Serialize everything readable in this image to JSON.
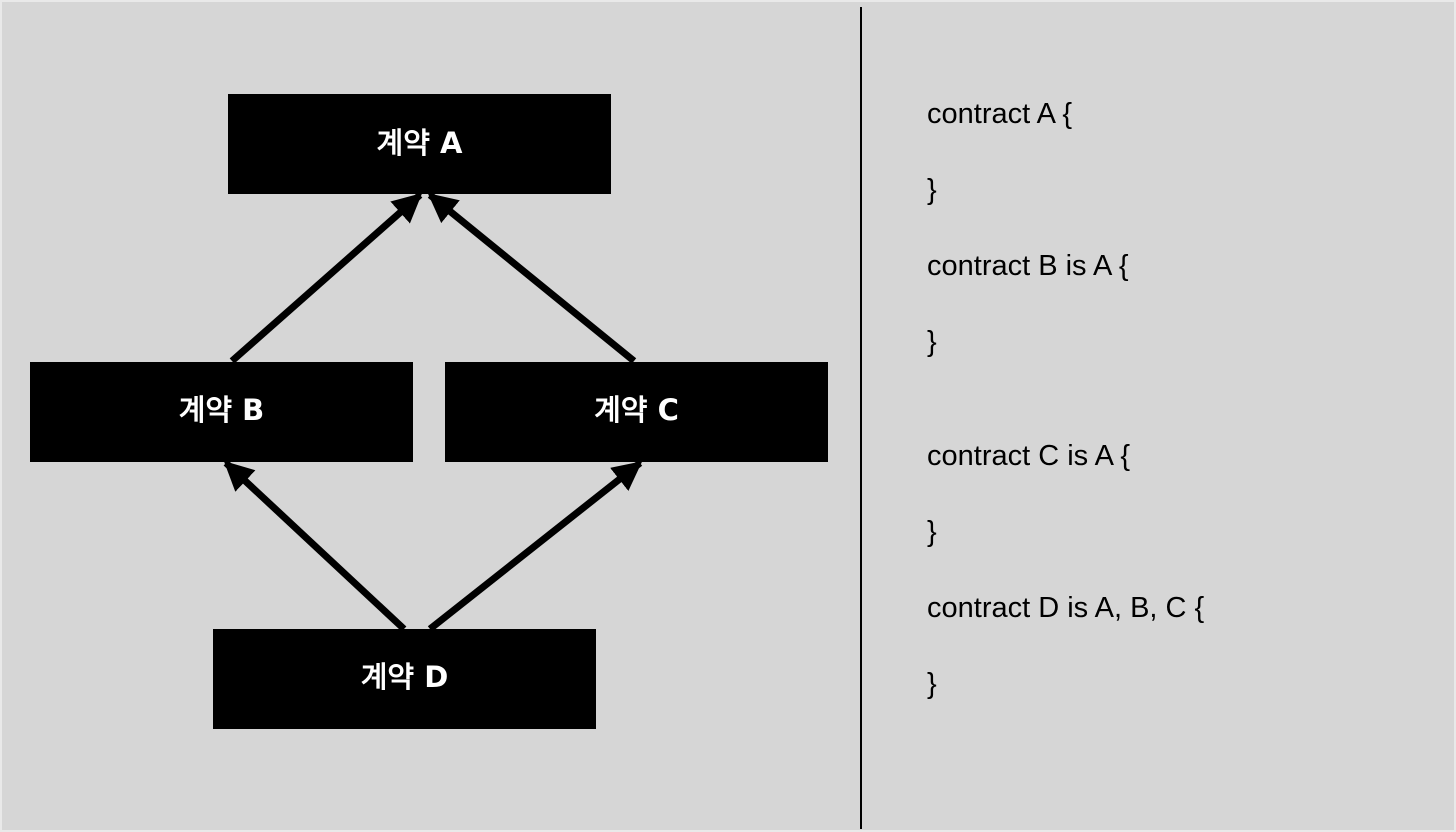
{
  "colors": {
    "background": "#d6d6d6",
    "node_fill": "#000000",
    "node_text": "#ffffff",
    "arrow": "#000000",
    "divider": "#000000"
  },
  "diagram": {
    "nodes": {
      "a": {
        "label": "계약 A"
      },
      "b": {
        "label": "계약 B"
      },
      "c": {
        "label": "계약 C"
      },
      "d": {
        "label": "계약 D"
      }
    },
    "edges": [
      {
        "from": "계약 B",
        "to": "계약 A"
      },
      {
        "from": "계약 C",
        "to": "계약 A"
      },
      {
        "from": "계약 D",
        "to": "계약 B"
      },
      {
        "from": "계약 D",
        "to": "계약 C"
      }
    ]
  },
  "code": {
    "lines": [
      "contract A {",
      "}",
      "contract B is A {",
      "}",
      "contract C is A {",
      "}",
      "contract D is A, B, C {",
      "}"
    ]
  }
}
